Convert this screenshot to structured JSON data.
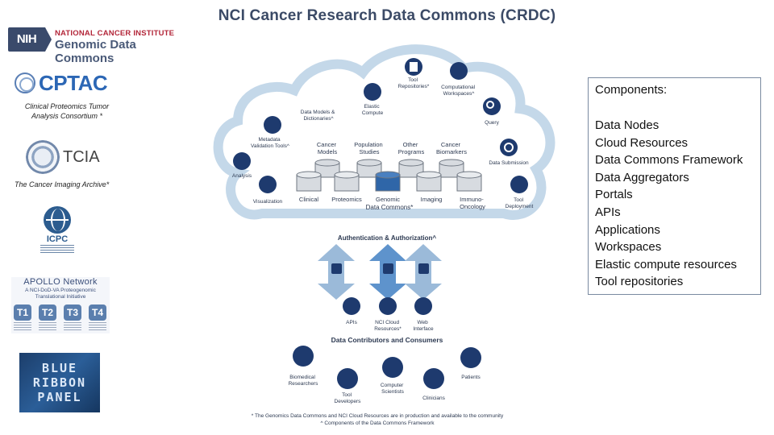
{
  "title": "NCI Cancer Research Data Commons (CRDC)",
  "logos": {
    "nih": {
      "badge": "NIH",
      "org": "NATIONAL CANCER INSTITUTE",
      "name": "Genomic Data Commons"
    },
    "cptac": {
      "name": "CPTAC",
      "caption": "Clinical Proteomics Tumor Analysis Consortium *"
    },
    "tcia": {
      "name": "TCIA",
      "caption": "The Cancer Imaging Archive*"
    },
    "icpc": {
      "name": "ICPC"
    },
    "apollo": {
      "name": "APOLLO Network",
      "tagline": "A NCI-DoD-VA Proteogenomic Translational Initiative",
      "tiers": [
        "T1",
        "T2",
        "T3",
        "T4"
      ]
    },
    "blue_ribbon": {
      "lines": [
        "BLUE",
        "RIBBON",
        "PANEL"
      ]
    }
  },
  "diagram": {
    "cloud_nodes": [
      {
        "id": "tool-repositories",
        "label": "Tool Repositories*",
        "icon": "tool-repositories-icon"
      },
      {
        "id": "computational-workspaces",
        "label": "Computational Workspaces^",
        "icon": "computational-workspaces-icon"
      },
      {
        "id": "data-models",
        "label": "Data Models & Dictionaries^",
        "icon": "data-models-icon"
      },
      {
        "id": "elastic-compute",
        "label": "Elastic Compute",
        "icon": "elastic-compute-icon"
      },
      {
        "id": "query",
        "label": "Query",
        "icon": "query-icon"
      },
      {
        "id": "metadata-validation",
        "label": "Metadata Validation Tools^",
        "icon": "metadata-validation-icon"
      },
      {
        "id": "data-submission",
        "label": "Data Submission",
        "icon": "data-submission-icon"
      },
      {
        "id": "analysis",
        "label": "Analysis",
        "icon": "analysis-icon"
      },
      {
        "id": "visualization",
        "label": "Visualization",
        "icon": "visualization-icon"
      },
      {
        "id": "tool-deployment",
        "label": "Tool Deployment",
        "icon": "tool-deployment-icon"
      }
    ],
    "data_categories": [
      "Cancer Models",
      "Population Studies",
      "Other Programs",
      "Cancer Biomarkers"
    ],
    "data_commons": [
      "Clinical",
      "Proteomics",
      "Genomic",
      "Imaging",
      "Immuno-Oncology"
    ],
    "data_commons_label": "Data Commons*",
    "auth_label": "Authentication & Authorization^",
    "access_points": [
      {
        "id": "apis",
        "label": "APIs",
        "icon": "api-icon"
      },
      {
        "id": "nci-cloud",
        "label": "NCI Cloud Resources*",
        "icon": "cloud-icon"
      },
      {
        "id": "web-interface",
        "label": "Web Interface",
        "icon": "web-interface-icon"
      }
    ],
    "consumers_heading": "Data Contributors and Consumers",
    "consumers": [
      {
        "id": "biomedical-researchers",
        "label": "Biomedical Researchers",
        "icon": "researcher-icon"
      },
      {
        "id": "tool-developers",
        "label": "Tool Developers",
        "icon": "developer-icon"
      },
      {
        "id": "computer-scientists",
        "label": "Computer Scientists",
        "icon": "computer-scientist-icon"
      },
      {
        "id": "clinicians",
        "label": "Clinicians",
        "icon": "clinician-icon"
      },
      {
        "id": "patients",
        "label": "Patients",
        "icon": "patient-icon"
      }
    ],
    "footnote_1": "* The Genomics Data Commons and NCI Cloud Resources are in production and available to the community",
    "footnote_2": "^ Components of the Data Commons Framework"
  },
  "components": {
    "heading": "Components:",
    "items": [
      "Data Nodes",
      "Cloud Resources",
      "Data Commons Framework",
      "Data Aggregators",
      "Portals",
      "APIs",
      "Applications",
      "Workspaces",
      "Elastic compute resources",
      "Tool repositories"
    ]
  },
  "colors": {
    "navy": "#1e3a6e",
    "cloud_border": "#bcd3e6",
    "arrow": "#9bbad9",
    "highlight": "#2f66a8"
  }
}
